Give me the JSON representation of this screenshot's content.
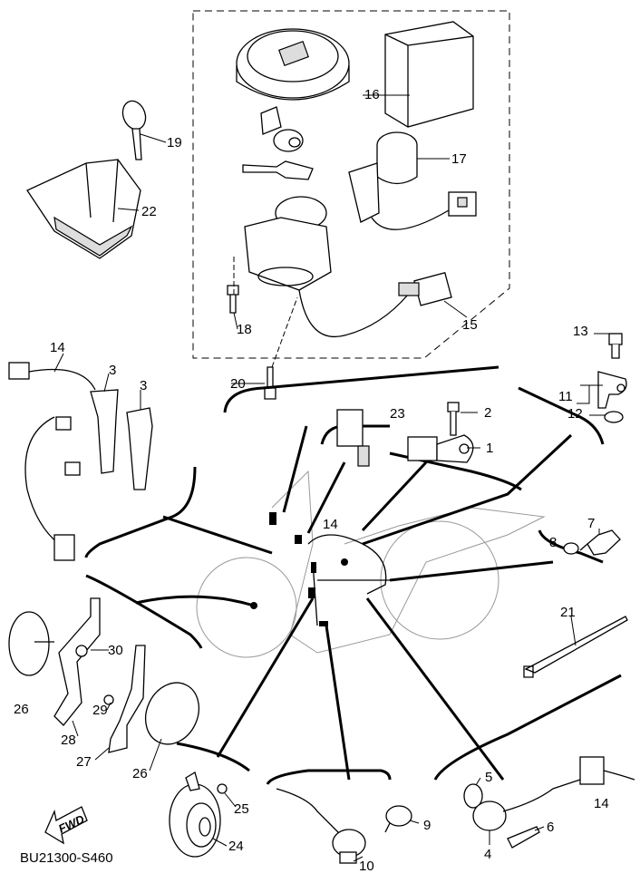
{
  "diagram_code": "BU21300-S460",
  "fwd_label": "FWD",
  "callouts": [
    "16",
    "19",
    "17",
    "22",
    "18",
    "15",
    "14",
    "3",
    "3",
    "20",
    "23",
    "2",
    "13",
    "11",
    "12",
    "1",
    "14",
    "8",
    "7",
    "21",
    "30",
    "26",
    "29",
    "28",
    "27",
    "26",
    "25",
    "5",
    "14",
    "6",
    "24",
    "9",
    "4",
    "10"
  ],
  "colors": {
    "line": "#000000",
    "background": "#ffffff"
  }
}
